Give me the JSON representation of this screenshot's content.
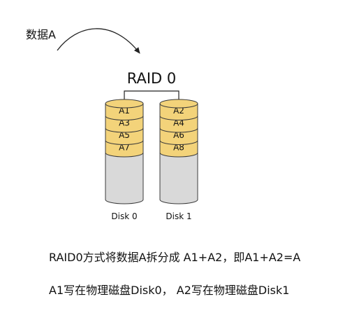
{
  "diagram": {
    "data_label": "数据A",
    "title": "RAID 0",
    "colors": {
      "block_fill": "#f3d37a",
      "block_stroke": "#3a3a3a",
      "disk_body": "#d9d9d9",
      "line": "#222222"
    },
    "disks": [
      {
        "label": "Disk 0",
        "blocks": [
          "A1",
          "A3",
          "A5",
          "A7"
        ]
      },
      {
        "label": "Disk 1",
        "blocks": [
          "A2",
          "A4",
          "A6",
          "A8"
        ]
      }
    ]
  },
  "caption": {
    "line1": "RAID0方式将数据A拆分成 A1+A2，即A1+A2=A",
    "line2": "A1写在物理磁盘Disk0， A2写在物理磁盘Disk1"
  }
}
